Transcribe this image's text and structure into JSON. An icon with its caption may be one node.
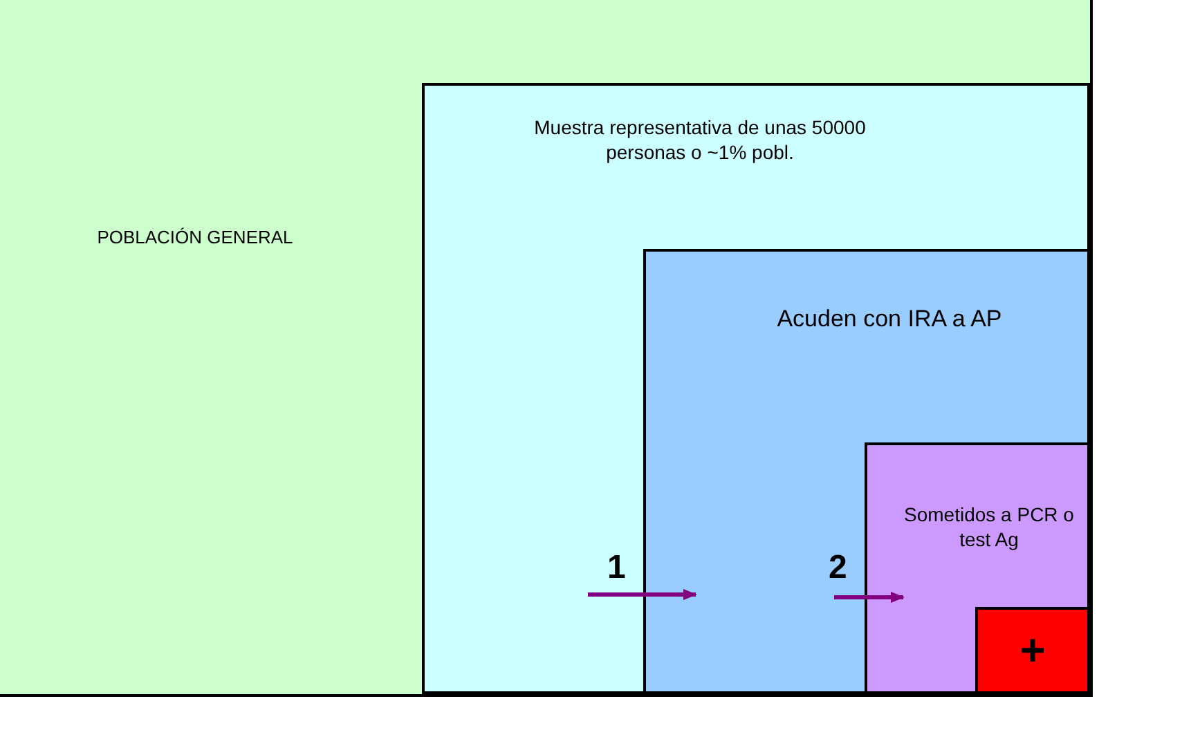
{
  "diagram": {
    "nodes": [
      {
        "text": [
          "POBLACIÓN GENERAL"
        ]
      },
      {
        "text": [
          "Muestra representativa de unas 50000 personas o ~1% pobl."
        ],
        "in": 0
      },
      {
        "text": [
          "Acuden con IRA a AP"
        ],
        "in": 1
      },
      {
        "text": [
          "Sometidos a PCR o test Ag"
        ],
        "in": 2
      },
      {
        "text": [
          "+"
        ],
        "in": 3
      }
    ],
    "edges": [
      {
        "from": null,
        "to": 2,
        "arrow": "to",
        "label": "1"
      },
      {
        "from": null,
        "to": 3,
        "arrow": "to",
        "label": "2"
      }
    ]
  }
}
